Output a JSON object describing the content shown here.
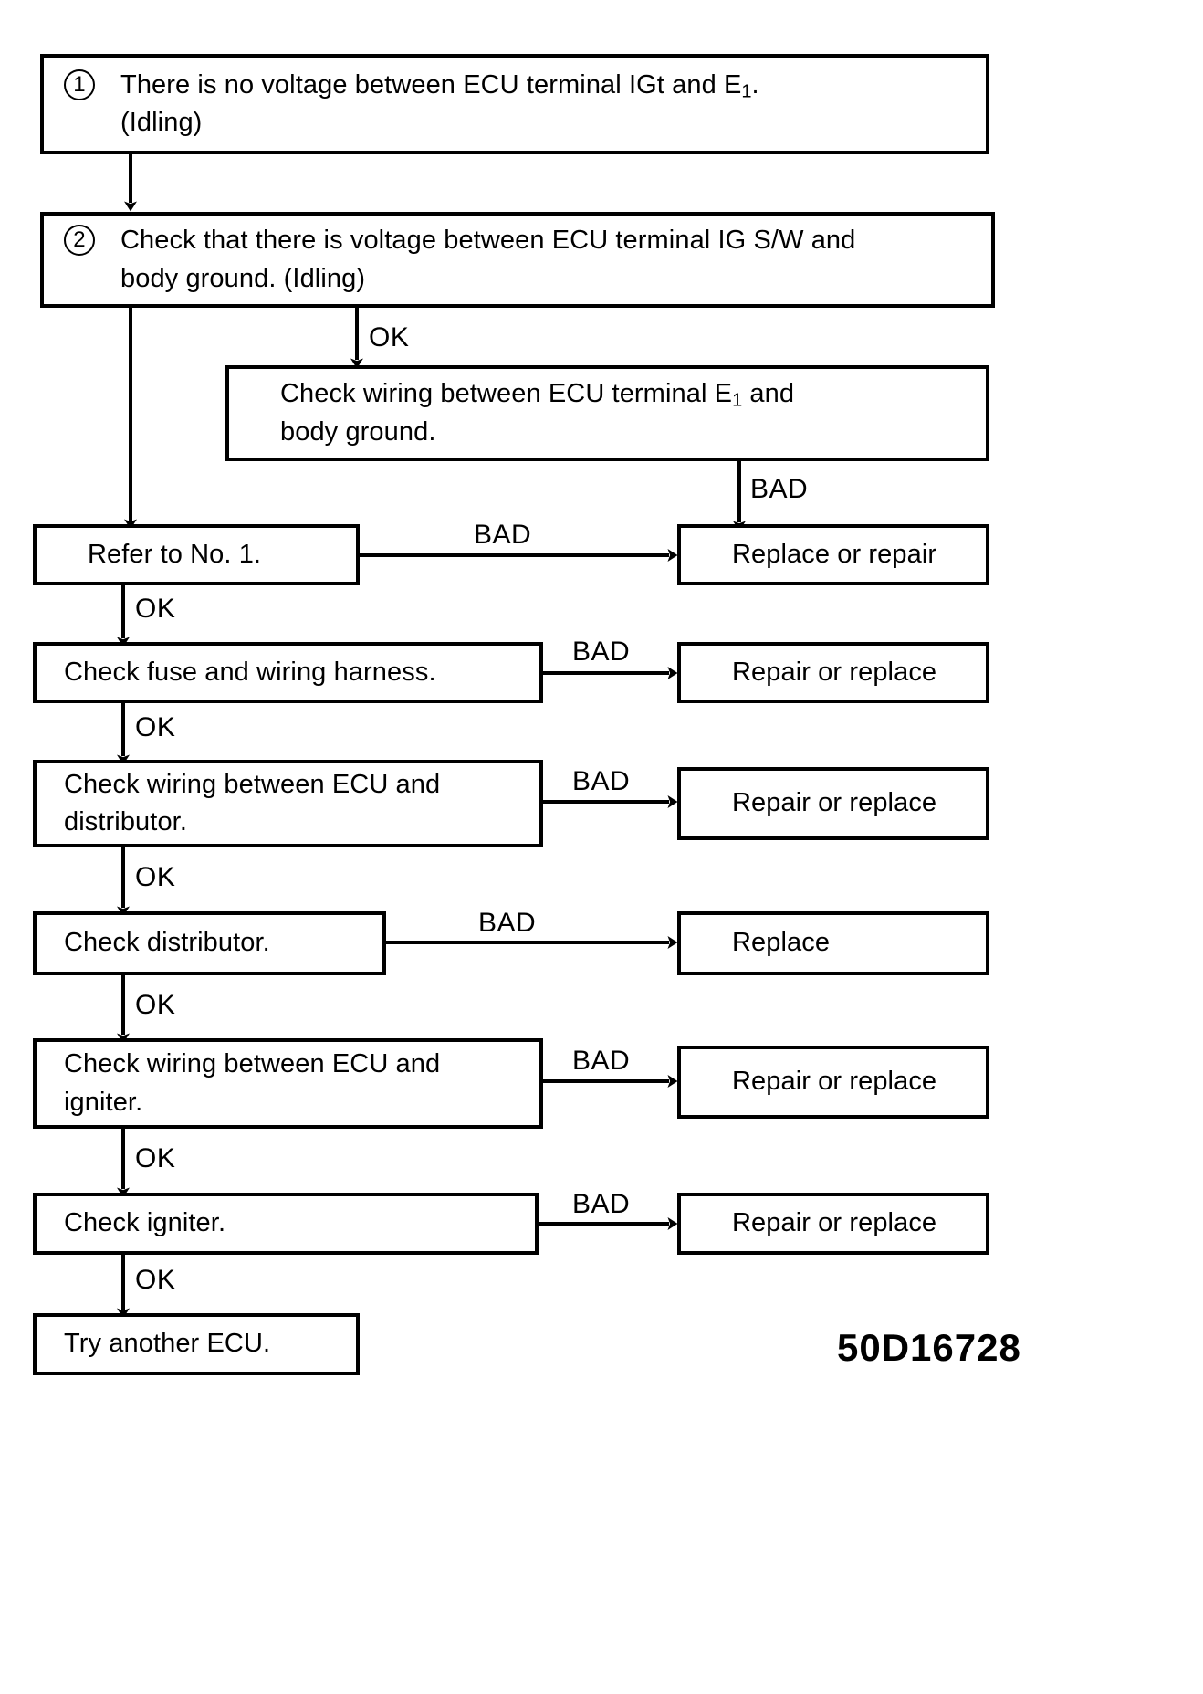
{
  "diagram": {
    "title_code": "50D16728",
    "boxes": [
      {
        "id": "b1",
        "num": "1",
        "line1": "There is no voltage between ECU terminal IGt and E",
        "line1_sub": "1",
        "line1_tail": ".",
        "line2": "(Idling)"
      },
      {
        "id": "b2",
        "num": "2",
        "line1": "Check that there is voltage between ECU terminal IG S/W and",
        "line2": "body ground. (Idling)"
      },
      {
        "id": "b3",
        "line1": "Check wiring between ECU terminal E",
        "line1_sub": "1",
        "line1_tail": " and",
        "line2": "body ground."
      },
      {
        "id": "b4",
        "line1": "Refer to No. 1."
      },
      {
        "id": "b5",
        "line1": "Replace or repair"
      },
      {
        "id": "b6",
        "line1": "Check fuse and wiring harness."
      },
      {
        "id": "b7",
        "line1": "Repair or replace"
      },
      {
        "id": "b8",
        "line1": "Check wiring between ECU and",
        "line2": "distributor."
      },
      {
        "id": "b9",
        "line1": "Repair or replace"
      },
      {
        "id": "b10",
        "line1": "Check distributor."
      },
      {
        "id": "b11",
        "line1": "Replace"
      },
      {
        "id": "b12",
        "line1": "Check wiring between ECU and",
        "line2": "igniter."
      },
      {
        "id": "b13",
        "line1": "Repair or replace"
      },
      {
        "id": "b14",
        "line1": "Check igniter."
      },
      {
        "id": "b15",
        "line1": "Repair or replace"
      },
      {
        "id": "b16",
        "line1": "Try another ECU."
      }
    ],
    "edge_labels": {
      "ok_b2_b3": "OK",
      "bad_b3_b5": "BAD",
      "bad_b4_b5": "BAD",
      "ok_b4_b6": "OK",
      "bad_b6_b7": "BAD",
      "ok_b6_b8": "OK",
      "bad_b8_b9": "BAD",
      "ok_b8_b10": "OK",
      "bad_b10_b11": "BAD",
      "ok_b10_b12": "OK",
      "bad_b12_b13": "BAD",
      "ok_b12_b14": "OK",
      "bad_b14_b15": "BAD",
      "ok_b14_b16": "OK"
    }
  }
}
